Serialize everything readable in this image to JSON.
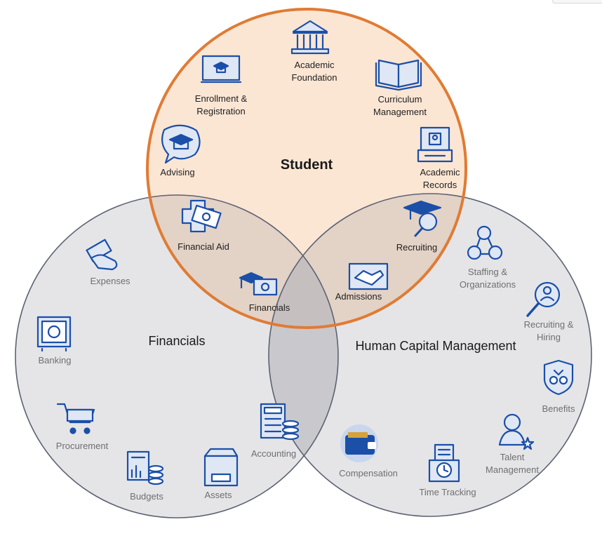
{
  "colors": {
    "student_fill": "#fbe6d4",
    "student_border": "#e07b34",
    "other_fill": "#e5e5e8",
    "other_border": "#5c6272",
    "overlap_fill": "#d6d0d0",
    "center_fill": "#c4c2c6",
    "icon_blue": "#1b4fa8"
  },
  "circles": {
    "student": "Student",
    "financials": "Financials",
    "hcm": "Human Capital Management"
  },
  "student_items": {
    "academic_foundation": "Academic\nFoundation",
    "enrollment_registration": "Enrollment &\nRegistration",
    "curriculum_management": "Curriculum\nManagement",
    "advising": "Advising",
    "academic_records": "Academic\nRecords"
  },
  "overlap_items": {
    "financial_aid": "Financial Aid",
    "student_financials": "Financials",
    "recruiting": "Recruiting",
    "admissions": "Admissions"
  },
  "financials_items": {
    "expenses": "Expenses",
    "banking": "Banking",
    "procurement": "Procurement",
    "budgets": "Budgets",
    "assets": "Assets",
    "accounting": "Accounting"
  },
  "hcm_items": {
    "staffing_organizations": "Staffing &\nOrganizations",
    "recruiting_hiring": "Recruiting &\nHiring",
    "benefits": "Benefits",
    "talent_management": "Talent\nManagement",
    "time_tracking": "Time Tracking",
    "compensation": "Compensation"
  }
}
